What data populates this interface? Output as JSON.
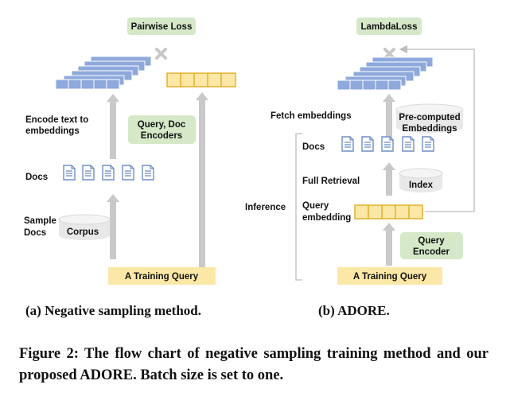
{
  "left_panel": {
    "loss_label": "Pairwise Loss",
    "encode_label_line1": "Encode text to",
    "encode_label_line2": "embeddings",
    "encoders_label_line1": "Query, Doc",
    "encoders_label_line2": "Encoders",
    "docs_label": "Docs",
    "sample_docs_line1": "Sample",
    "sample_docs_line2": "Docs",
    "corpus_label": "Corpus",
    "query_label": "A Training Query"
  },
  "right_panel": {
    "loss_label": "LambdaLoss",
    "fetch_label": "Fetch embeddings",
    "precomputed_line1": "Pre-computed",
    "precomputed_line2": "Embeddings",
    "docs_label": "Docs",
    "full_retrieval_label": "Full Retrieval",
    "index_label": "Index",
    "inference_label": "Inference",
    "query_embedding_line1": "Query",
    "query_embedding_line2": "embedding",
    "query_encoder_line1": "Query",
    "query_encoder_line2": "Encoder",
    "query_label": "A Training Query"
  },
  "captions": {
    "left": "(a) Negative sampling method.",
    "right": "(b) ADORE.",
    "figure": "Figure 2: The flow chart of negative sampling training method and our proposed ADORE. Batch size is set to one."
  },
  "colors": {
    "green_fill": "#d5e8c8",
    "yellow_fill": "#fbe8a6",
    "yellow_stroke": "#e0a814",
    "blue_fill": "#8ea9db",
    "arrow_grey": "#c9c9c9",
    "cylinder_fill": "#e8e8e8"
  }
}
